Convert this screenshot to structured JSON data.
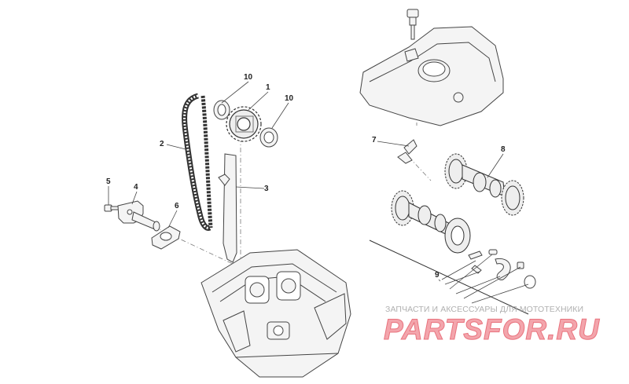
{
  "diagram": {
    "callouts": [
      {
        "id": "c1",
        "label": "1"
      },
      {
        "id": "c2",
        "label": "2"
      },
      {
        "id": "c3",
        "label": "3"
      },
      {
        "id": "c4",
        "label": "4"
      },
      {
        "id": "c5",
        "label": "5"
      },
      {
        "id": "c6",
        "label": "6"
      },
      {
        "id": "c7",
        "label": "7"
      },
      {
        "id": "c8",
        "label": "8"
      },
      {
        "id": "c9",
        "label": "9"
      },
      {
        "id": "c10a",
        "label": "10"
      },
      {
        "id": "c10b",
        "label": "10"
      }
    ]
  },
  "watermark": {
    "subtitle": "ЗАПЧАСТИ И АКСЕССУАРЫ ДЛЯ МОТОТЕХНИКИ",
    "logo_text": "PARTSFOR.RU"
  },
  "colors": {
    "line": "#555555",
    "part_fill": "#f4f4f4",
    "watermark_logo": "#f3a5ac",
    "watermark_text": "#b0b0b0"
  }
}
